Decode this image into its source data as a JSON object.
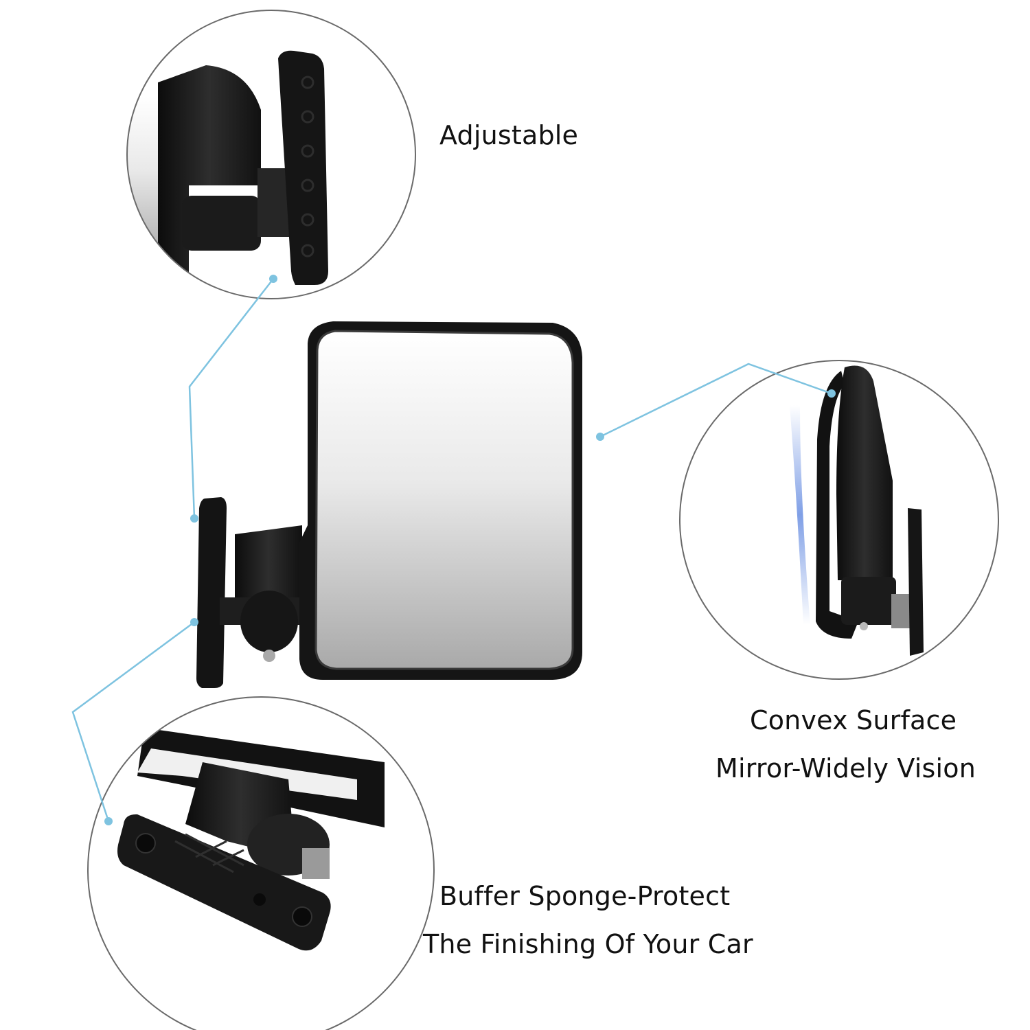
{
  "features": {
    "adjustable": "Adjustable",
    "convex_line1": "Convex Surface",
    "convex_line2": "Mirror-Widely Vision",
    "buffer_line1": "Buffer Sponge-Protect",
    "buffer_line2": "The Finishing Of Your Car"
  },
  "colors": {
    "callout_line": "#7ec3e0",
    "circle_border": "#6a6a6a",
    "mirror_frame": "#141414",
    "background": "#ffffff"
  }
}
